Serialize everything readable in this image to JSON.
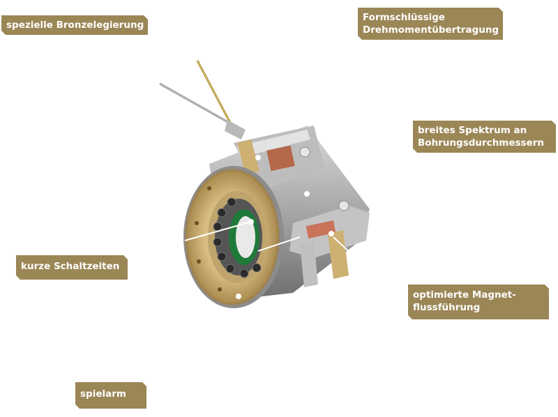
{
  "labels": {
    "bronze": "spezielle Bronzelegierung",
    "formschluss_line1": "Formschlüssige",
    "formschluss_line2": "Drehmomentübertragung",
    "spektrum_line1": "breites Spektrum an",
    "spektrum_line2": "Bohrungsdurchmessern",
    "schaltzeiten": "kurze Schaltzeiten",
    "magnet_line1": "optimierte Magnet-",
    "magnet_line2": "flussführung",
    "spielarm": "spielarm"
  },
  "colors": {
    "label_bg": "#9b8656",
    "label_text": "#ffffff",
    "bronze": "#c8a86a",
    "steel": "#a9a9a9",
    "green": "#1f7a3a",
    "copper": "#b5684a"
  }
}
